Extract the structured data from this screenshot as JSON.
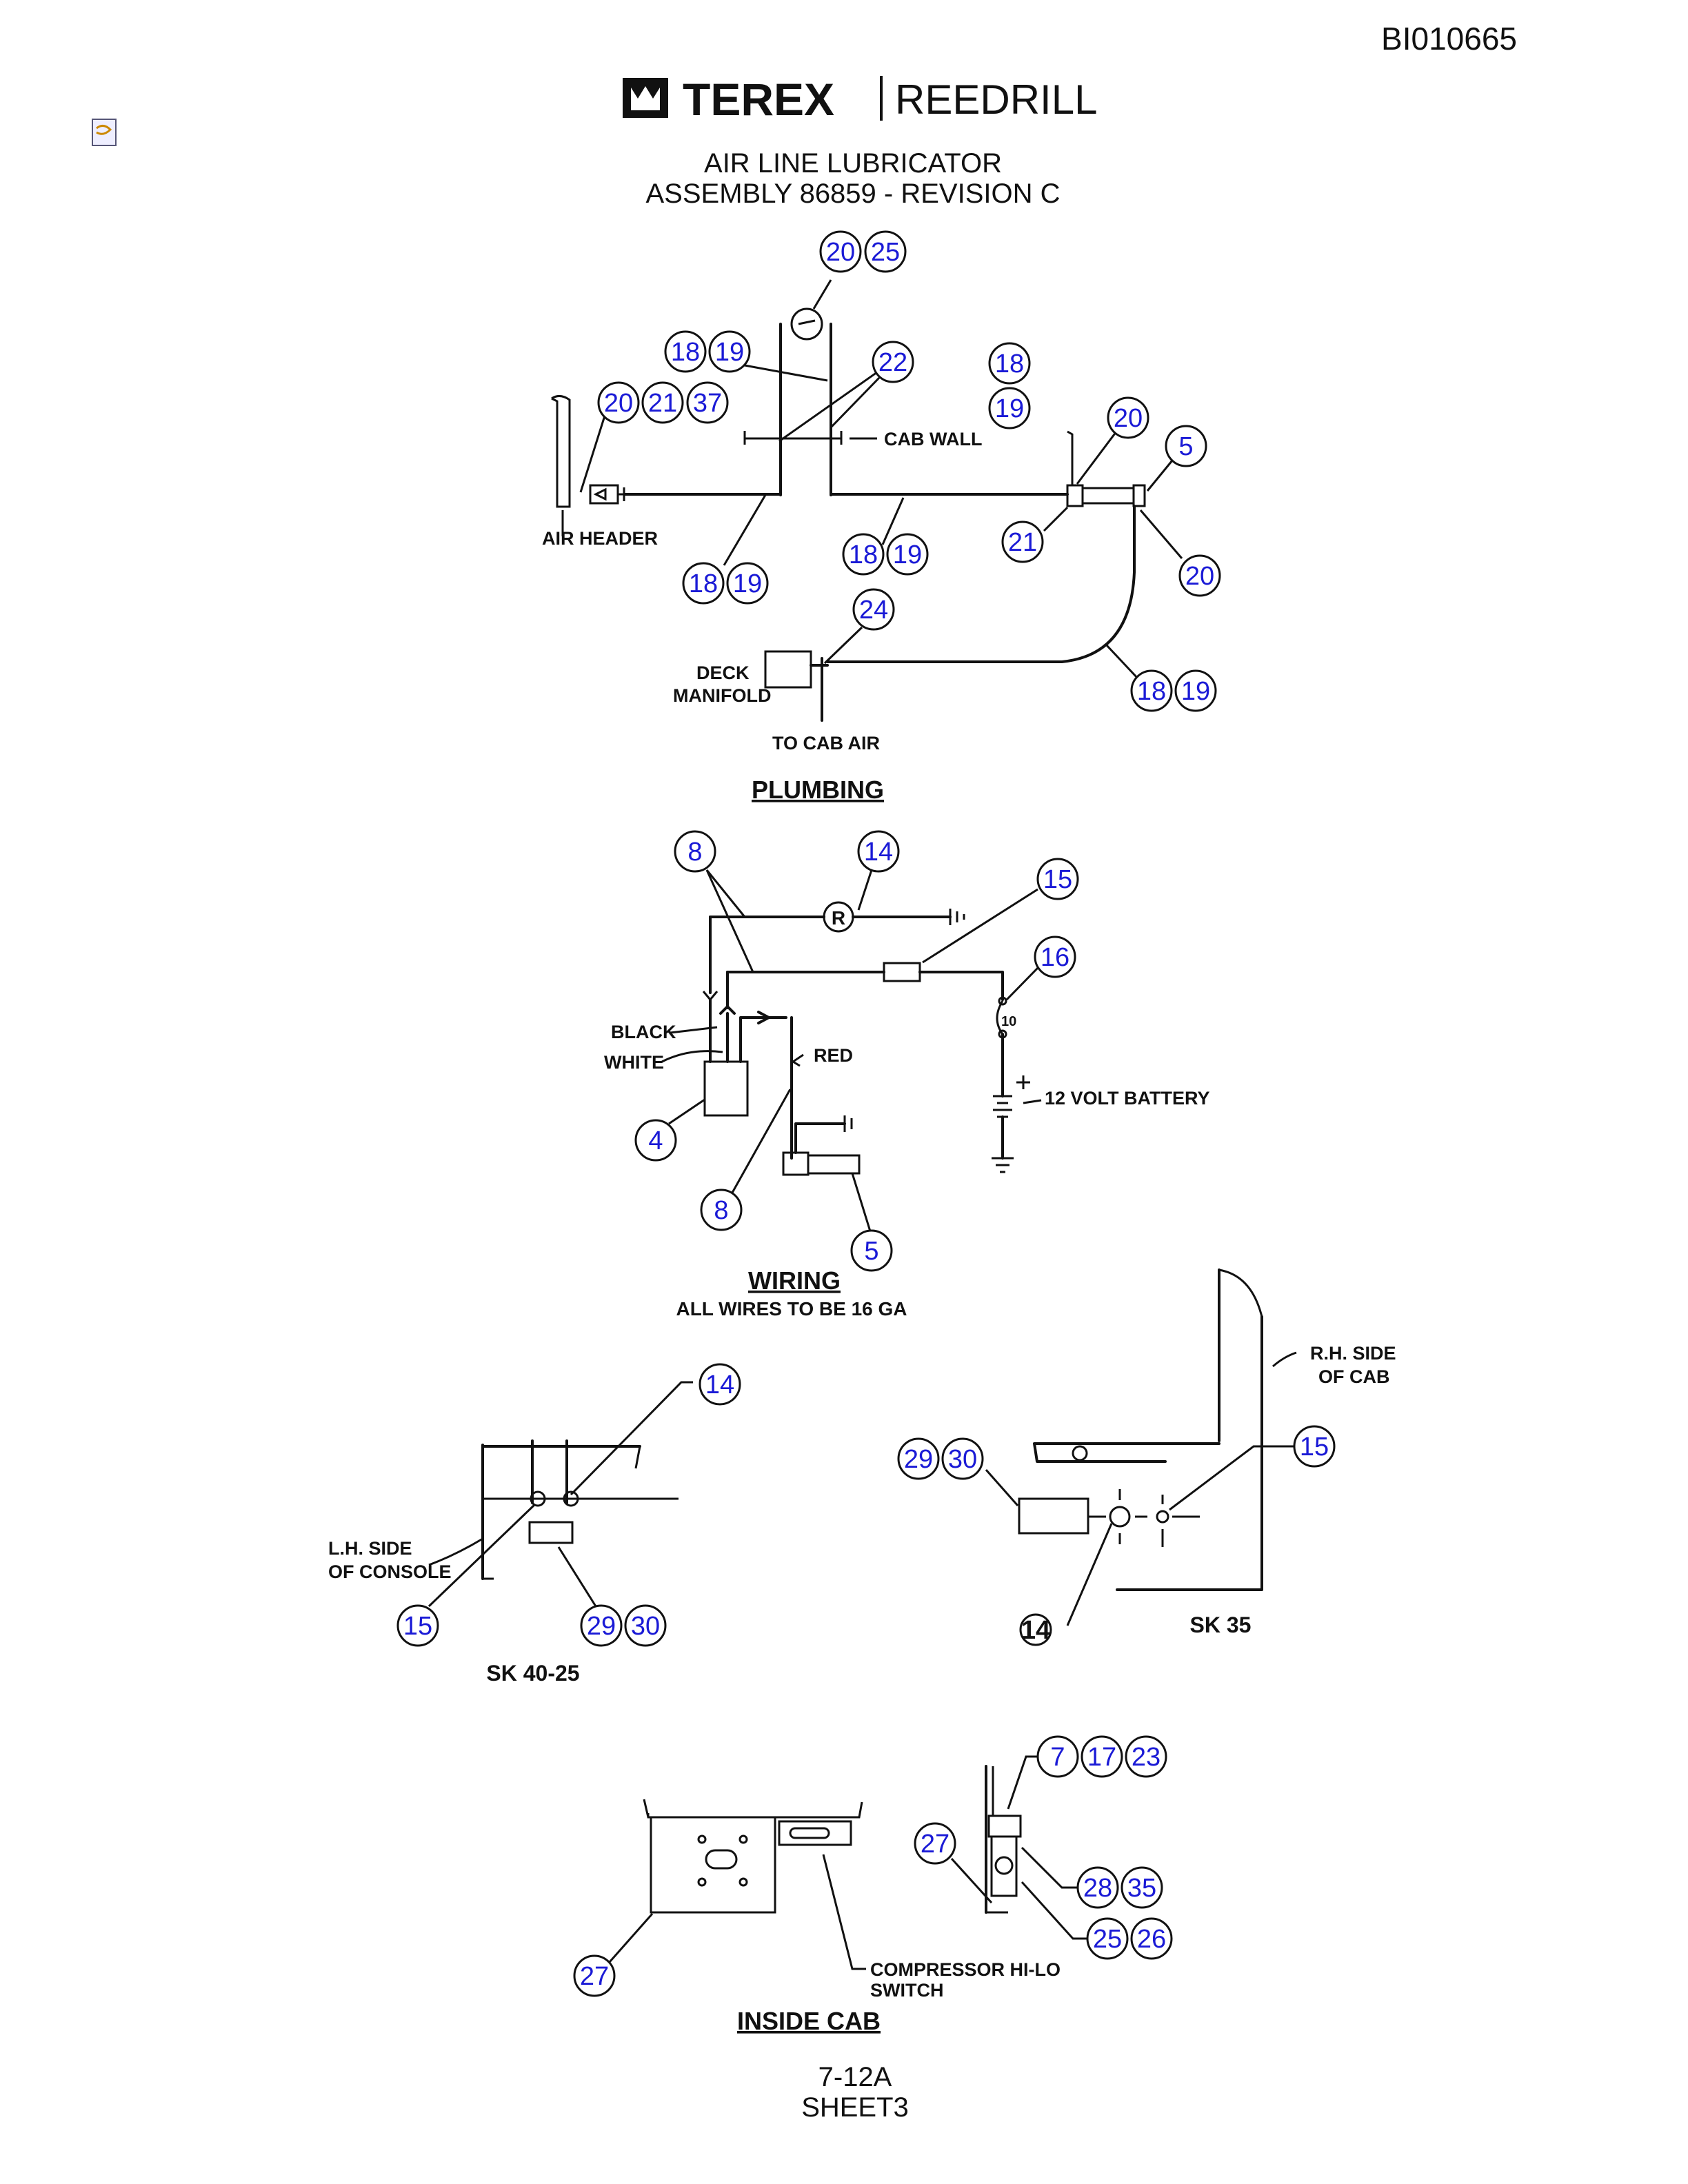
{
  "doc_id": "BI010665",
  "brand": {
    "left": "TEREX",
    "right": "REEDRILL"
  },
  "title": {
    "line1": "AIR LINE LUBRICATOR",
    "line2": "ASSEMBLY 86859 - REVISION C"
  },
  "sections": {
    "plumbing": "PLUMBING",
    "wiring": "WIRING",
    "wiring_note": "ALL WIRES TO BE 16 GA",
    "inside_cab": "INSIDE CAB"
  },
  "labels": {
    "cab_wall": "CAB WALL",
    "air_header": "AIR HEADER",
    "deck": "DECK",
    "manifold": "MANIFOLD",
    "to_cab_air": "TO CAB AIR",
    "black": "BLACK",
    "white": "WHITE",
    "red": "RED",
    "battery": "12 VOLT BATTERY",
    "ten": "10",
    "r": "R",
    "rh_side_1": "R.H. SIDE",
    "rh_side_2": "OF CAB",
    "lh_side_1": "L.H. SIDE",
    "lh_side_2": "OF CONSOLE",
    "compressor_1": "COMPRESSOR HI-LO",
    "compressor_2": "SWITCH",
    "sk35": "SK 35",
    "sk4025": "SK 40-25"
  },
  "balloons": {
    "p1": "20",
    "p2": "25",
    "p3": "18",
    "p4": "19",
    "p5": "22",
    "p6": "18",
    "p7": "19",
    "p8": "20",
    "p9": "21",
    "p10": "37",
    "p11": "20",
    "p12": "5",
    "p13": "21",
    "p14": "20",
    "p15": "18",
    "p16": "19",
    "p17": "18",
    "p18": "19",
    "p19": "24",
    "p20": "18",
    "p21": "19",
    "w1": "8",
    "w2": "14",
    "w3": "15",
    "w4": "16",
    "w5": "4",
    "w6": "8",
    "w7": "5",
    "s1": "14",
    "s2": "15",
    "s3": "29",
    "s4": "30",
    "s5": "29",
    "s6": "30",
    "s7": "15",
    "s8": "14",
    "c1": "7",
    "c2": "17",
    "c3": "23",
    "c4": "27",
    "c5": "28",
    "c6": "35",
    "c7": "25",
    "c8": "26",
    "c9": "27"
  },
  "footer": {
    "page": "7-12A",
    "sheet": "SHEET3"
  }
}
